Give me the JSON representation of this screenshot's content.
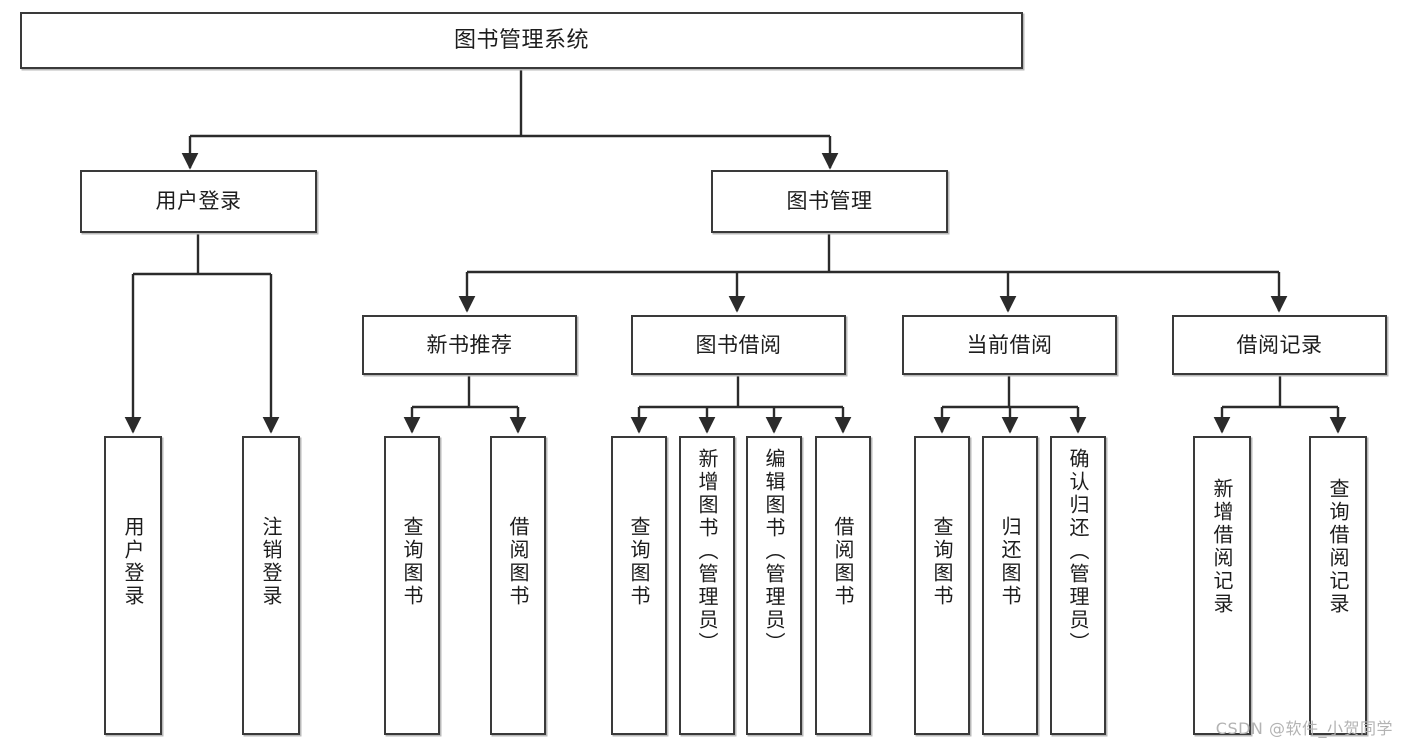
{
  "diagram": {
    "title": "图书管理系统",
    "type": "tree",
    "colors": {
      "box_border": "#3a3a3a",
      "box_fill": "#ffffff",
      "line": "#2b2b2b",
      "text": "#1d1d1d",
      "watermark": "#b3b3b3"
    },
    "nodes": {
      "root": {
        "label": "图书管理系统",
        "orientation": "horizontal"
      },
      "user_login": {
        "label": "用户登录",
        "orientation": "horizontal"
      },
      "book_manage": {
        "label": "图书管理",
        "orientation": "horizontal"
      },
      "new_book_rec": {
        "label": "新书推荐",
        "orientation": "horizontal"
      },
      "book_borrow": {
        "label": "图书借阅",
        "orientation": "horizontal"
      },
      "current_borrow": {
        "label": "当前借阅",
        "orientation": "horizontal"
      },
      "borrow_record": {
        "label": "借阅记录",
        "orientation": "horizontal"
      },
      "leaf_user_login": {
        "label": "用户登录",
        "orientation": "vertical"
      },
      "leaf_logout": {
        "label": "注销登录",
        "orientation": "vertical"
      },
      "leaf_query_book_1": {
        "label": "查询图书",
        "orientation": "vertical"
      },
      "leaf_borrow_book_1": {
        "label": "借阅图书",
        "orientation": "vertical"
      },
      "leaf_query_book_2": {
        "label": "查询图书",
        "orientation": "vertical"
      },
      "leaf_add_book": {
        "label": "新增图书（管理员）",
        "orientation": "vertical"
      },
      "leaf_edit_book": {
        "label": "编辑图书（管理员）",
        "orientation": "vertical"
      },
      "leaf_borrow_book_2": {
        "label": "借阅图书",
        "orientation": "vertical"
      },
      "leaf_query_book_3": {
        "label": "查询图书",
        "orientation": "vertical"
      },
      "leaf_return_book": {
        "label": "归还图书",
        "orientation": "vertical"
      },
      "leaf_confirm_return": {
        "label": "确认归还（管理员）",
        "orientation": "vertical"
      },
      "leaf_add_record": {
        "label": "新增借阅记录",
        "orientation": "vertical"
      },
      "leaf_query_record": {
        "label": "查询借阅记录",
        "orientation": "vertical"
      }
    },
    "edges": [
      {
        "from": "root",
        "to": "user_login"
      },
      {
        "from": "root",
        "to": "book_manage"
      },
      {
        "from": "user_login",
        "to": "leaf_user_login"
      },
      {
        "from": "user_login",
        "to": "leaf_logout"
      },
      {
        "from": "book_manage",
        "to": "new_book_rec"
      },
      {
        "from": "book_manage",
        "to": "book_borrow"
      },
      {
        "from": "book_manage",
        "to": "current_borrow"
      },
      {
        "from": "book_manage",
        "to": "borrow_record"
      },
      {
        "from": "new_book_rec",
        "to": "leaf_query_book_1"
      },
      {
        "from": "new_book_rec",
        "to": "leaf_borrow_book_1"
      },
      {
        "from": "book_borrow",
        "to": "leaf_query_book_2"
      },
      {
        "from": "book_borrow",
        "to": "leaf_add_book"
      },
      {
        "from": "book_borrow",
        "to": "leaf_edit_book"
      },
      {
        "from": "book_borrow",
        "to": "leaf_borrow_book_2"
      },
      {
        "from": "current_borrow",
        "to": "leaf_query_book_3"
      },
      {
        "from": "current_borrow",
        "to": "leaf_return_book"
      },
      {
        "from": "current_borrow",
        "to": "leaf_confirm_return"
      },
      {
        "from": "borrow_record",
        "to": "leaf_add_record"
      },
      {
        "from": "borrow_record",
        "to": "leaf_query_record"
      }
    ]
  },
  "watermark": {
    "text": "CSDN @软件_小贺同学"
  }
}
